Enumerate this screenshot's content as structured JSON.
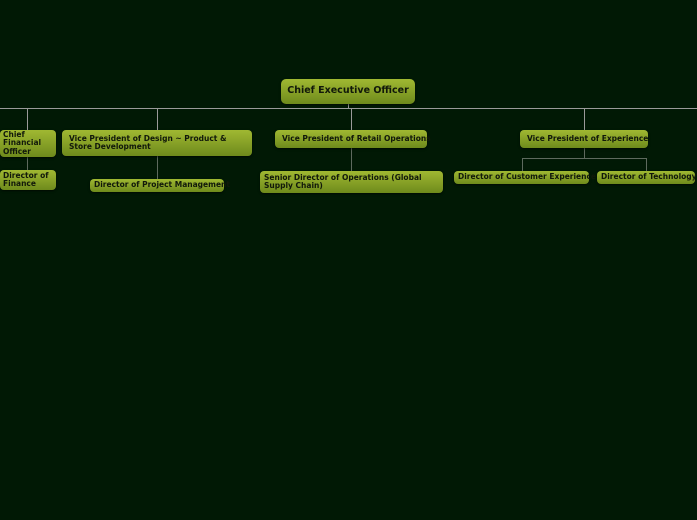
{
  "chart": {
    "root": "Chief Executive Officer",
    "vps": {
      "cfo": "Chief Financial Officer",
      "design": "Vice President of Design ~ Product & Store Development",
      "retail": "Vice President of Retail Operations",
      "experience": "Vice President of Experience"
    },
    "directors": {
      "finance": "Director of Finance",
      "project_management": "Director of Project Management",
      "operations": "Senior Director of Operations (Global Supply Chain)",
      "customer_experience": "Director of Customer Experience",
      "technology": "Director of Technology"
    }
  },
  "colors": {
    "background": "#011905",
    "node": "#8ca428",
    "connector": "#9a9a9a"
  }
}
